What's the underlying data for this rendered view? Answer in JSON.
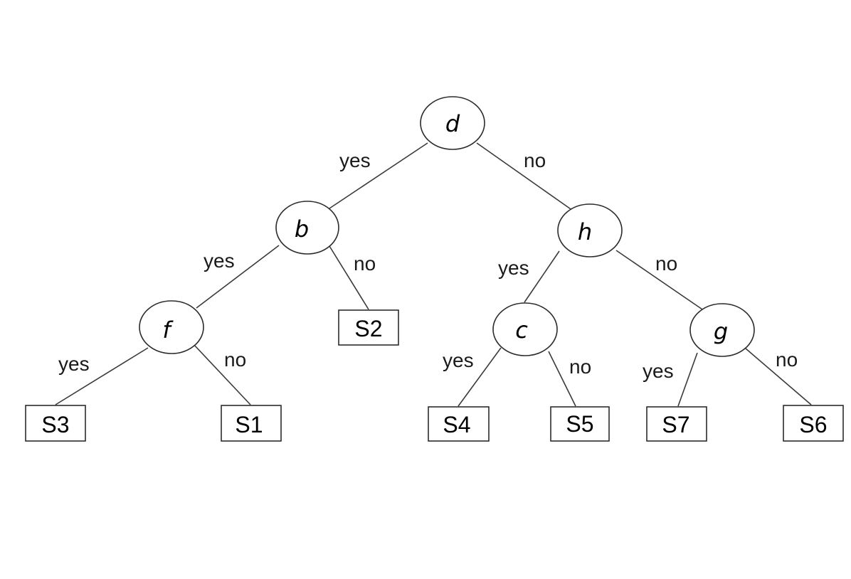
{
  "diagram": {
    "nodes": [
      {
        "id": "d",
        "label": "d",
        "kind": "decision"
      },
      {
        "id": "b",
        "label": "b",
        "kind": "decision"
      },
      {
        "id": "h",
        "label": "h",
        "kind": "decision"
      },
      {
        "id": "f",
        "label": "f",
        "kind": "decision"
      },
      {
        "id": "c",
        "label": "c",
        "kind": "decision"
      },
      {
        "id": "g",
        "label": "g",
        "kind": "decision"
      },
      {
        "id": "S2",
        "label": "S2",
        "kind": "leaf"
      },
      {
        "id": "S3",
        "label": "S3",
        "kind": "leaf"
      },
      {
        "id": "S1",
        "label": "S1",
        "kind": "leaf"
      },
      {
        "id": "S4",
        "label": "S4",
        "kind": "leaf"
      },
      {
        "id": "S5",
        "label": "S5",
        "kind": "leaf"
      },
      {
        "id": "S7",
        "label": "S7",
        "kind": "leaf"
      },
      {
        "id": "S6",
        "label": "S6",
        "kind": "leaf"
      }
    ],
    "edges": [
      {
        "from": "d",
        "to": "b",
        "label": "yes"
      },
      {
        "from": "d",
        "to": "h",
        "label": "no"
      },
      {
        "from": "b",
        "to": "f",
        "label": "yes"
      },
      {
        "from": "b",
        "to": "S2",
        "label": "no"
      },
      {
        "from": "h",
        "to": "c",
        "label": "yes"
      },
      {
        "from": "h",
        "to": "g",
        "label": "no"
      },
      {
        "from": "f",
        "to": "S3",
        "label": "yes"
      },
      {
        "from": "f",
        "to": "S1",
        "label": "no"
      },
      {
        "from": "c",
        "to": "S4",
        "label": "yes"
      },
      {
        "from": "c",
        "to": "S5",
        "label": "no"
      },
      {
        "from": "g",
        "to": "S7",
        "label": "yes"
      },
      {
        "from": "g",
        "to": "S6",
        "label": "no"
      }
    ]
  }
}
